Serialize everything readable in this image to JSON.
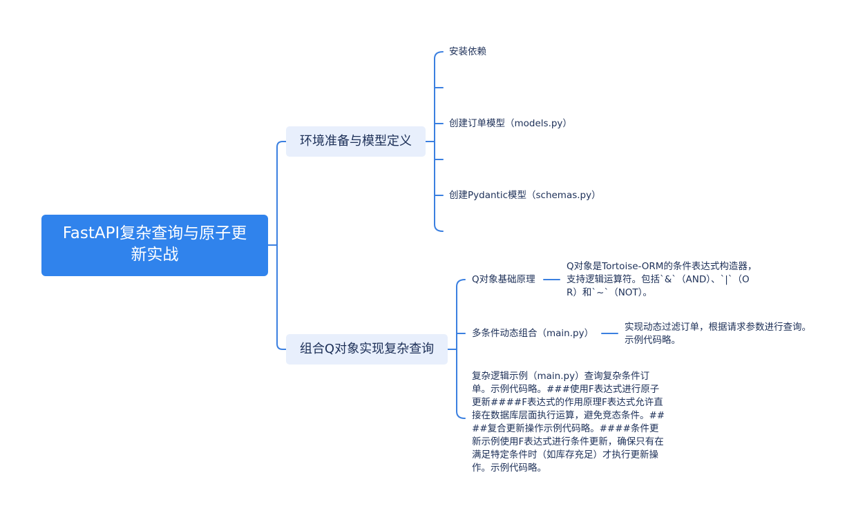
{
  "root": {
    "title": "FastAPI复杂查询与原子更新实战"
  },
  "branches": [
    {
      "label": "环境准备与模型定义",
      "children": [
        {
          "label": "安装依赖"
        },
        {
          "label": ""
        },
        {
          "label": "创建订单模型（models.py）"
        },
        {
          "label": ""
        },
        {
          "label": "创建Pydantic模型（schemas.py）"
        },
        {
          "label": ""
        }
      ]
    },
    {
      "label": "组合Q对象实现复杂查询",
      "children": [
        {
          "label": "Q对象基础原理",
          "detail": "Q对象是Tortoise-ORM的条件表达式构造器，支持逻辑运算符。包括`&`（AND）、`|`（OR）和`~`（NOT）。"
        },
        {
          "label": "多条件动态组合（main.py）",
          "detail": "实现动态过滤订单，根据请求参数进行查询。示例代码略。"
        },
        {
          "label": "复杂逻辑示例（main.py）查询复杂条件订单。示例代码略。###使用F表达式进行原子更新####F表达式的作用原理F表达式允许直接在数据库层面执行运算，避免竞态条件。####复合更新操作示例代码略。####条件更新示例使用F表达式进行条件更新，确保只有在满足特定条件时（如库存充足）才执行更新操作。示例代码略。"
        }
      ]
    }
  ],
  "colors": {
    "root_fill": "#3083ec",
    "branch_fill": "#e8effc",
    "connector": "#3a7fe0",
    "text": "#1c2f57"
  }
}
